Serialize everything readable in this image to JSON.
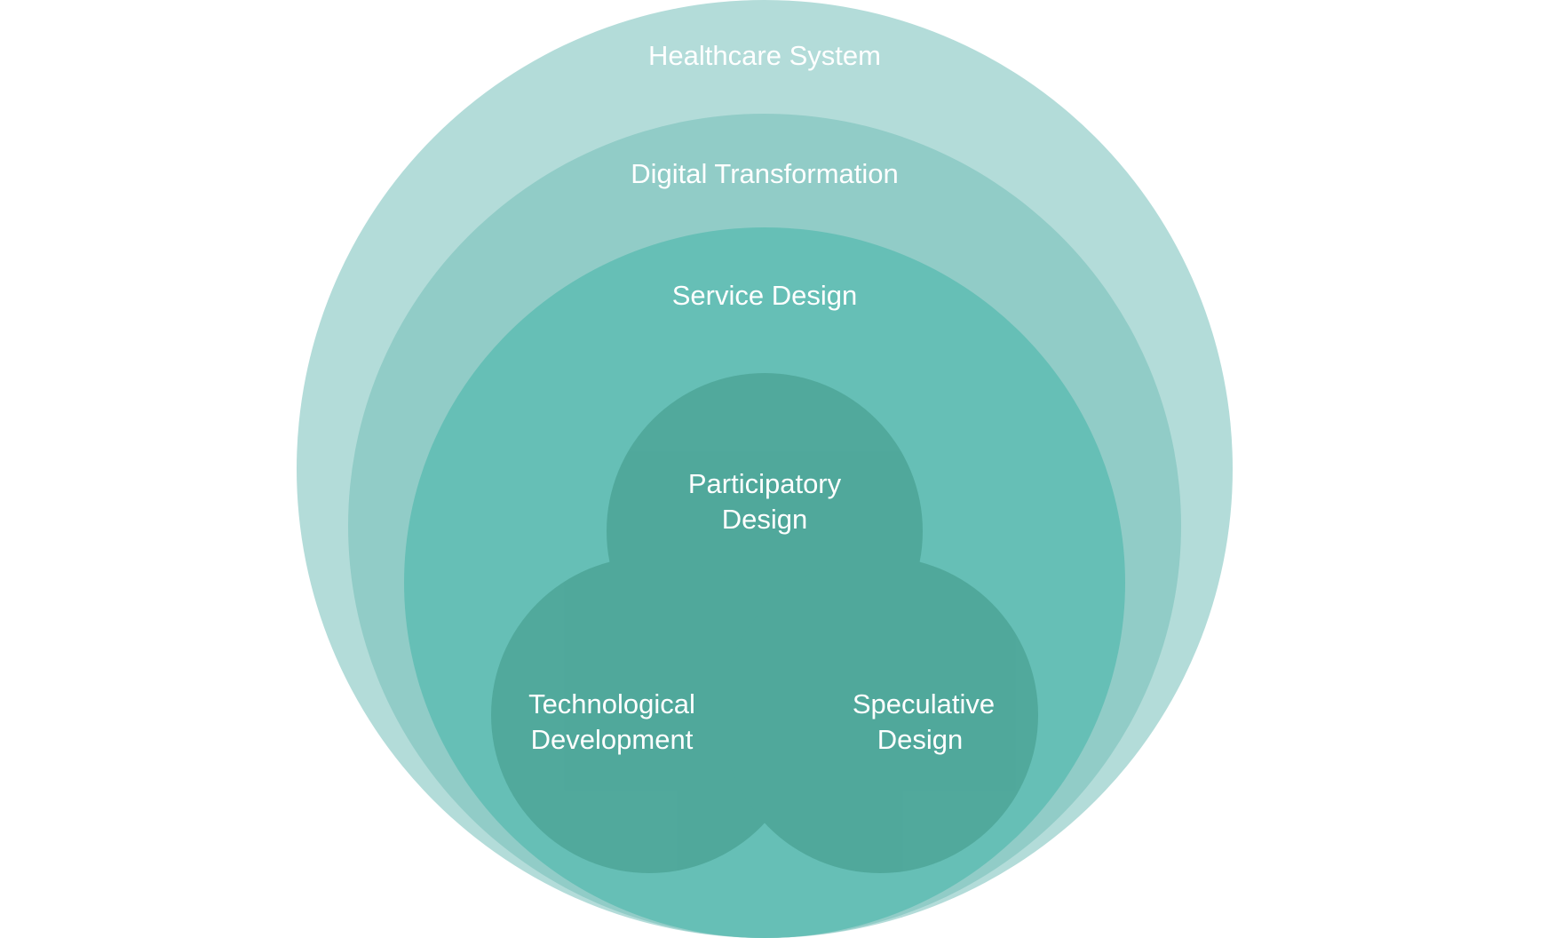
{
  "diagram": {
    "layers": [
      {
        "key": "healthcare",
        "label": "Healthcare System",
        "color": "#b3dcd9"
      },
      {
        "key": "digital",
        "label": "Digital Transformation",
        "color": "#91ccc7"
      },
      {
        "key": "service",
        "label": "Service Design",
        "color": "#66bfb6"
      }
    ],
    "venn": {
      "color": "#3f9786",
      "participatory": {
        "line1": "Participatory",
        "line2": "Design"
      },
      "technological": {
        "line1": "Technological",
        "line2": "Development"
      },
      "speculative": {
        "line1": "Speculative",
        "line2": "Design"
      }
    }
  }
}
